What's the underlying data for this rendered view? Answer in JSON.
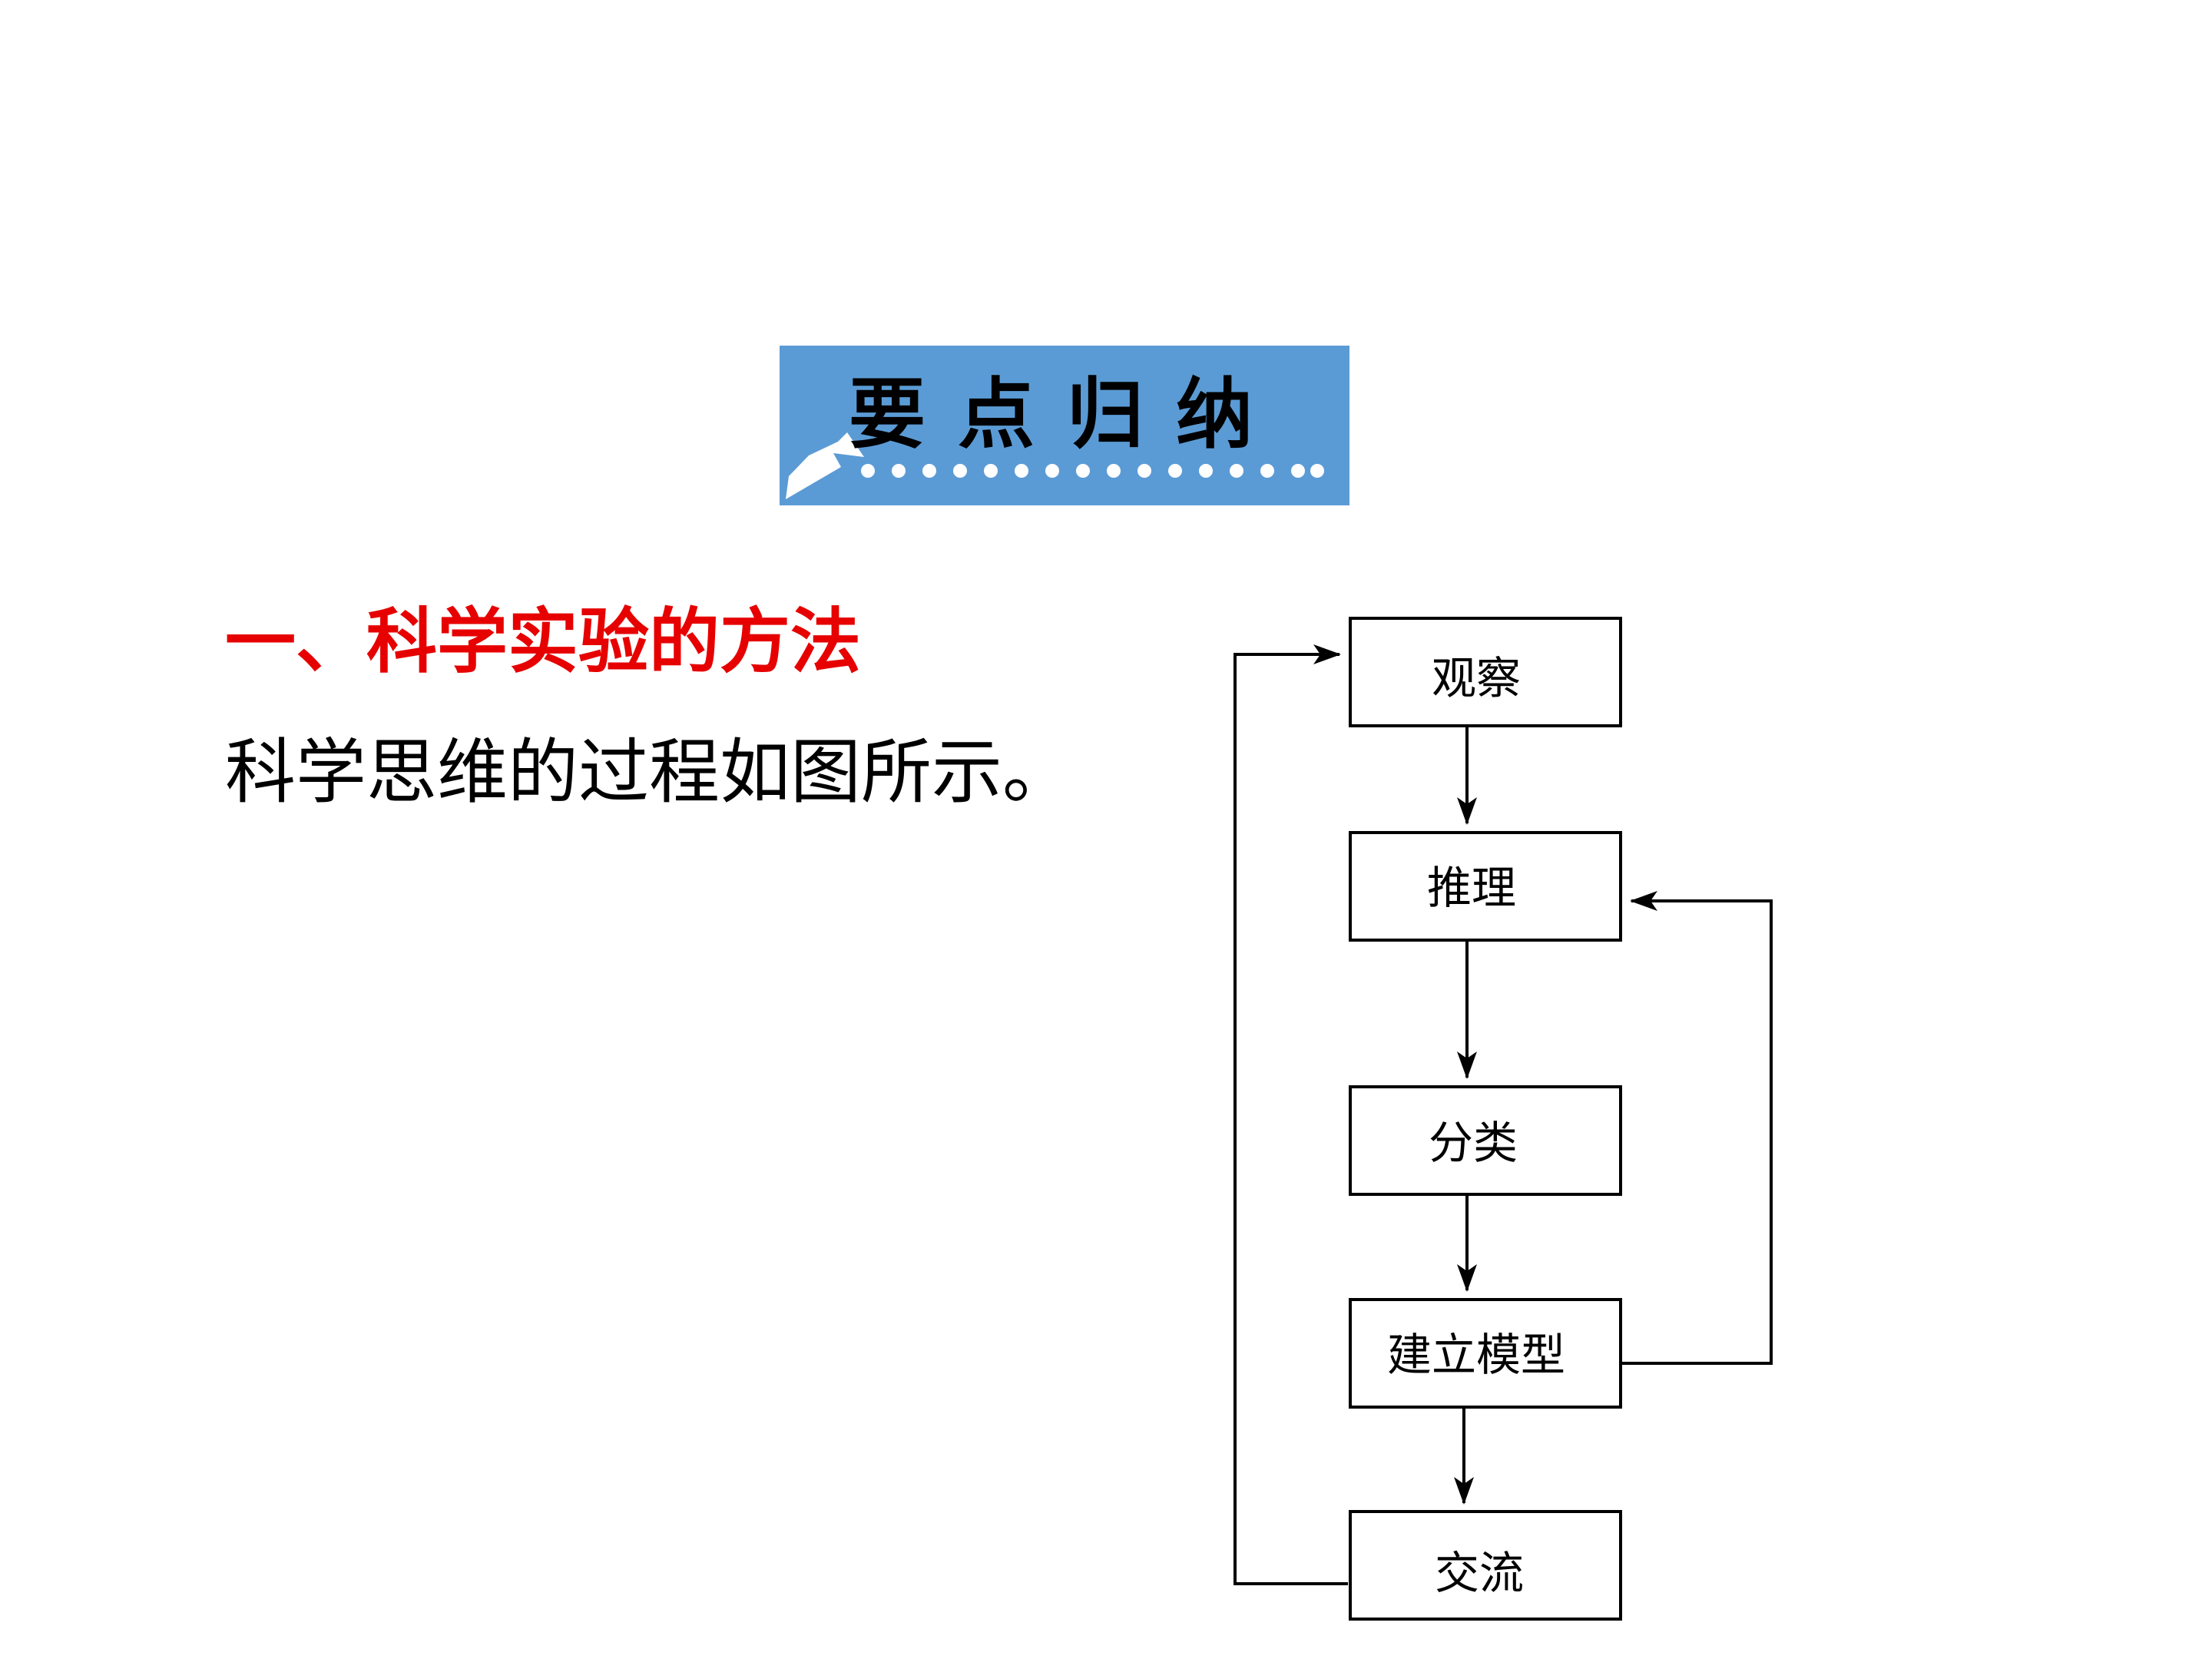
{
  "banner": {
    "title": "要点归纳",
    "background_color": "#5b9bd5"
  },
  "section": {
    "heading": "一、科学实验的方法",
    "heading_color": "#e60000",
    "body": "科学思维的过程如图所示。"
  },
  "flowchart": {
    "nodes": [
      {
        "id": "observe",
        "label": "观察"
      },
      {
        "id": "reason",
        "label": "推理"
      },
      {
        "id": "classify",
        "label": "分类"
      },
      {
        "id": "model",
        "label": "建立模型"
      },
      {
        "id": "communicate",
        "label": "交流"
      }
    ],
    "edges": [
      {
        "from": "observe",
        "to": "reason"
      },
      {
        "from": "reason",
        "to": "classify"
      },
      {
        "from": "classify",
        "to": "model"
      },
      {
        "from": "model",
        "to": "communicate"
      },
      {
        "from": "model",
        "to": "reason"
      },
      {
        "from": "communicate",
        "to": "observe"
      }
    ]
  }
}
